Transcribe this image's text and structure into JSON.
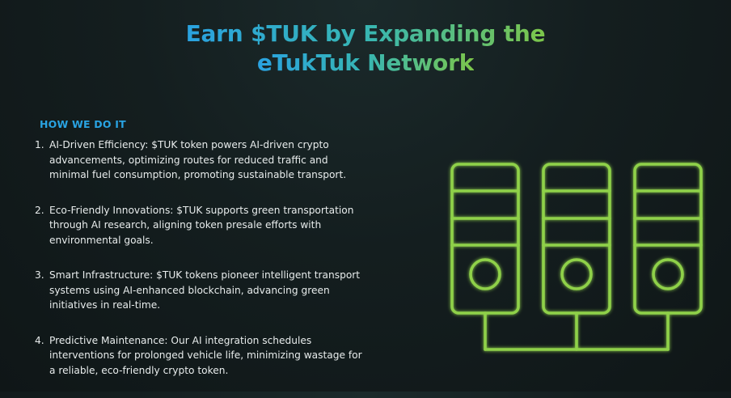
{
  "header": {
    "title_line1": "Earn $TUK by Expanding the",
    "title_line2": "eTukTuk Network"
  },
  "section": {
    "heading": "HOW WE DO IT",
    "items": [
      {
        "number": "1.",
        "text": "AI-Driven Efficiency: $TUK token powers AI-driven crypto advancements, optimizing routes for reduced traffic and minimal fuel consumption, promoting sustainable transport."
      },
      {
        "number": "2.",
        "text": "Eco-Friendly Innovations: $TUK supports green transportation through AI research, aligning token presale efforts with environmental goals."
      },
      {
        "number": "3.",
        "text": "Smart Infrastructure: $TUK tokens pioneer intelligent transport systems using AI-enhanced blockchain, advancing green initiatives in real-time."
      },
      {
        "number": "4.",
        "text": "Predictive Maintenance: Our AI integration schedules interventions for prolonged vehicle life, minimizing wastage for a reliable, eco-friendly crypto token."
      }
    ]
  },
  "graphic": {
    "icon": "server-network-icon",
    "stroke_color": "#8fd14a",
    "glow_color": "#6fcf3a"
  },
  "colors": {
    "background": "#141e1f",
    "title_gradient_start": "#2aa2e0",
    "title_gradient_end": "#7cc64a",
    "heading": "#29a3e2",
    "body_text": "#e8ecec"
  }
}
